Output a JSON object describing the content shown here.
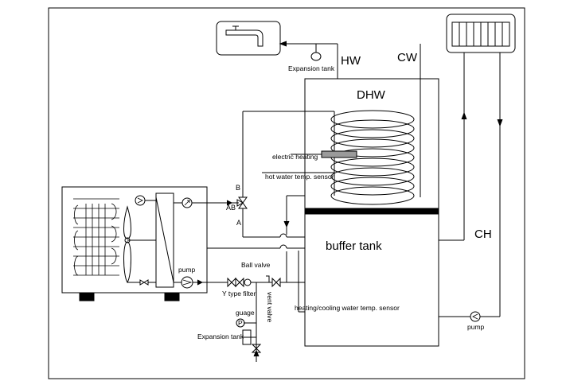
{
  "labels": {
    "hw": "HW",
    "cw": "CW",
    "dhw": "DHW",
    "ch": "CH",
    "buffer_tank": "buffer tank",
    "expansion_tank_top": "Expansion tank",
    "electric_heating": "electric heating",
    "hot_water_sensor": "hot water temp. sensor",
    "valve_b": "B",
    "valve_ab": "AB",
    "valve_a": "A",
    "pump_left": "pump",
    "ball_valve": "Ball valve",
    "y_filter": "Y type filter",
    "vent_valve": "vent valve",
    "heating_cooling_sensor": "heating/cooling water temp. sensor",
    "gauge_label": "guage",
    "gauge_symbol": "P",
    "expansion_tank_bottom": "Expansion tank",
    "pump_right": "pump"
  }
}
